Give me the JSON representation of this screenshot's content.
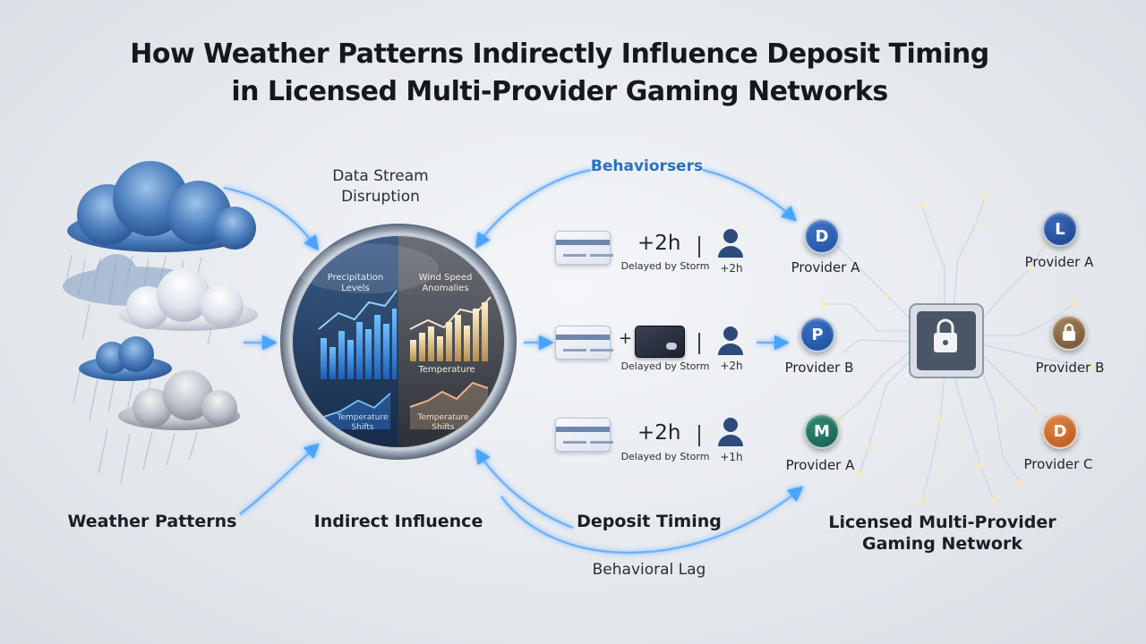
{
  "title": {
    "line1": "How Weather Patterns Indirectly Influence Deposit Timing",
    "line2": "in Licensed Multi-Provider Gaming Networks"
  },
  "stages": {
    "weather": "Weather Patterns",
    "influence": "Indirect Influence",
    "deposit": "Deposit Timing",
    "network_line1": "Licensed Multi-Provider",
    "network_line2": "Gaming Network"
  },
  "flow_labels": {
    "data_stream_line1": "Data Stream",
    "data_stream_line2": "Disruption",
    "behaviors": "Behaviorsers",
    "behavioral_lag": "Behavioral Lag"
  },
  "lens_panels": {
    "precipitation": [
      "Precipitation",
      "Levels"
    ],
    "wind": [
      "Wind Speed",
      "Anomalies"
    ],
    "temperature_right": "Temperature",
    "temperature_left": [
      "Temperature",
      "Shifts"
    ],
    "temperature_right_bottom": [
      "Temperature",
      "Shifts"
    ]
  },
  "deposits": [
    {
      "delay": "+2h",
      "note": "Delayed by Storm",
      "person_delay": "+2h",
      "plus_card": false
    },
    {
      "delay": "+",
      "note": "Delayed by Storm",
      "person_delay": "+2h",
      "plus_card": true
    },
    {
      "delay": "+2h",
      "note": "Delayed by Storm",
      "person_delay": "+1h",
      "plus_card": false
    }
  ],
  "providers": [
    {
      "label": "Provider A",
      "glyph": "D",
      "color": "#1f4e9a"
    },
    {
      "label": "Provider A",
      "glyph": "L",
      "color": "#1a3f86"
    },
    {
      "label": "Provider B",
      "glyph": "P",
      "color": "#1a4a93"
    },
    {
      "label": "Provider B",
      "glyph": "lock",
      "color": "#7a5a3c"
    },
    {
      "label": "Provider A",
      "glyph": "M",
      "color": "#1d6a58"
    },
    {
      "label": "Provider C",
      "glyph": "D",
      "color": "#c2622a"
    }
  ],
  "icons": [
    "cloud-icon",
    "rain-icon",
    "card-icon",
    "person-icon",
    "lock-icon",
    "arrow-icon",
    "chip-icon"
  ],
  "colors": {
    "accent_blue": "#2f7fe0",
    "glow": "#7fb8ff"
  }
}
